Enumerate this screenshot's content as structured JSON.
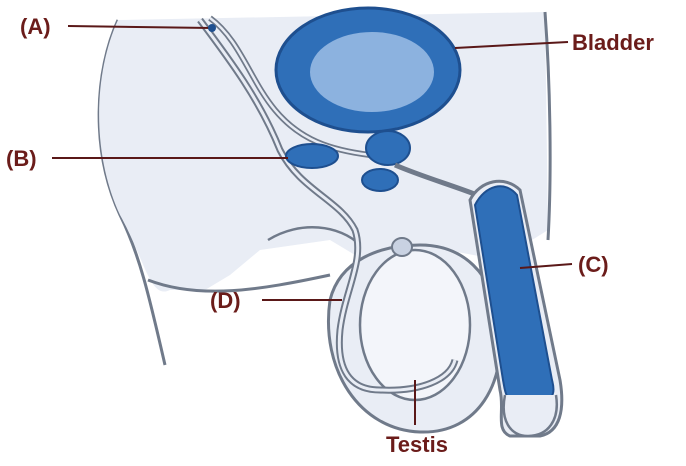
{
  "labels": {
    "a": "(A)",
    "b": "(B)",
    "c": "(C)",
    "d": "(D)",
    "bladder": "Bladder",
    "testis": "Testis"
  },
  "colors": {
    "organ_fill": "#2f6fb8",
    "organ_dark": "#1e4f8f",
    "organ_light": "#8cb2df",
    "body_fill": "#e9edf5",
    "outline": "#707a8a",
    "label_text": "#6b1c1a",
    "pointer_line": "#5a1818"
  }
}
